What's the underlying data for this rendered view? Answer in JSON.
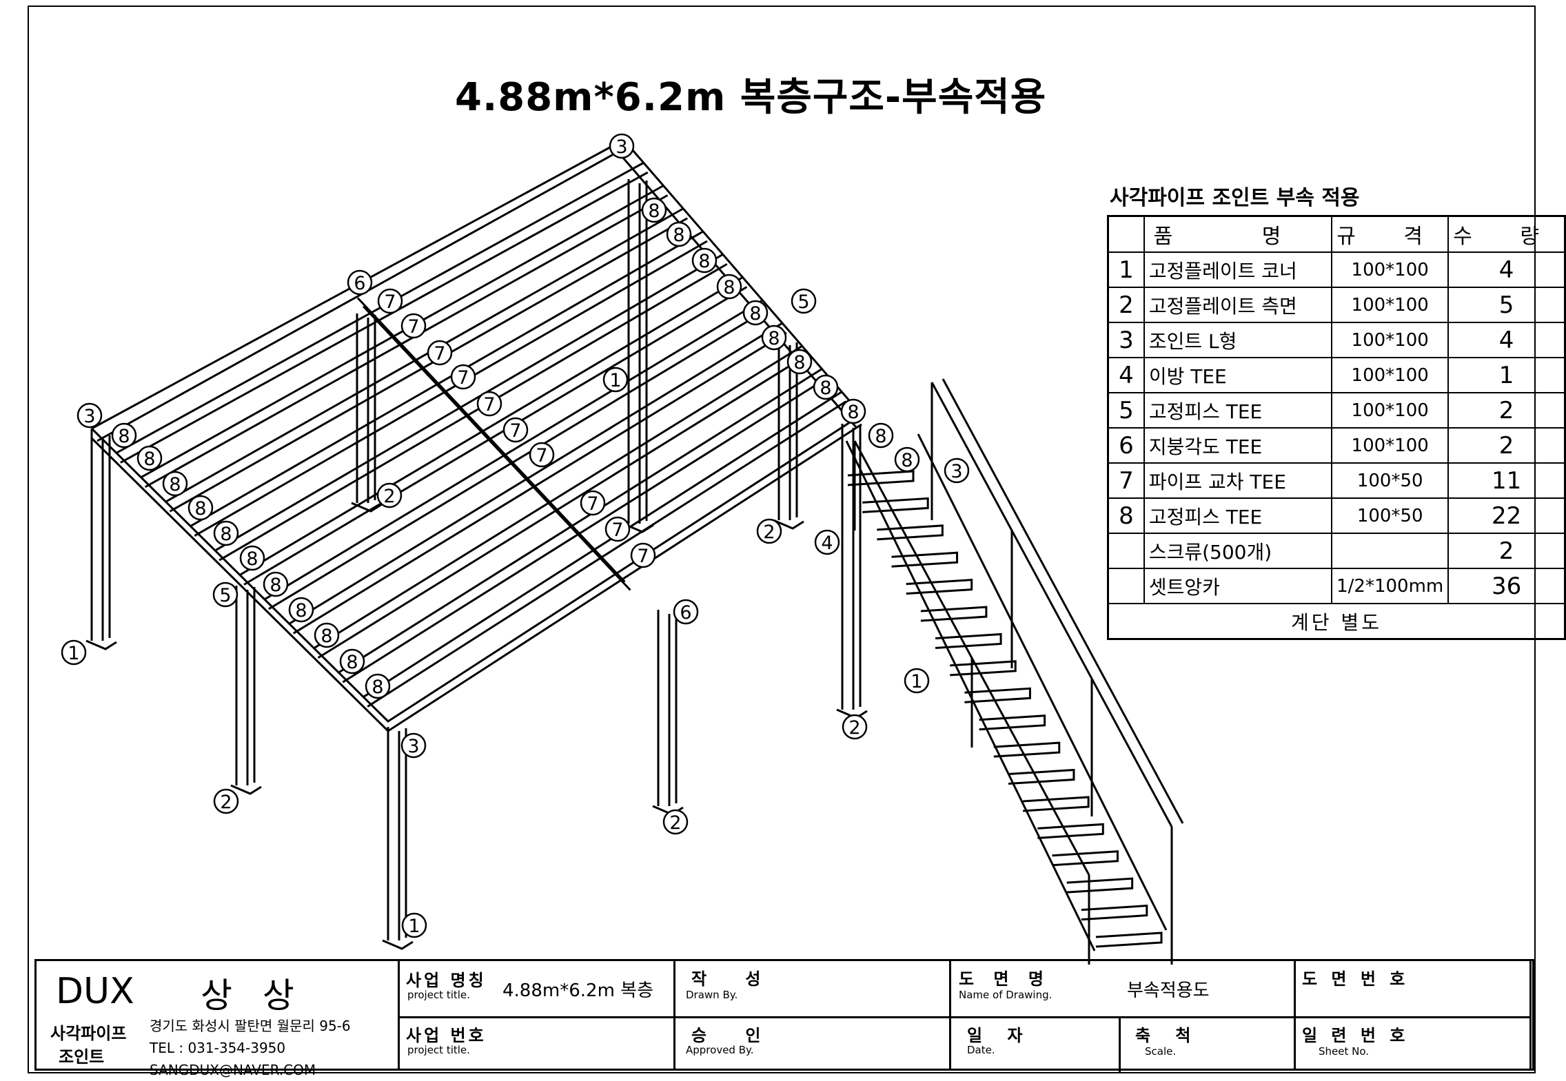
{
  "title": "4.88m*6.2m 복층구조-부속적용",
  "callout_numbers": [
    "1",
    "2",
    "3",
    "4",
    "5",
    "6",
    "7",
    "8"
  ],
  "bom": {
    "caption": "사각파이프 조인트 부속 적용",
    "headers": {
      "name": "품 명",
      "spec": "규 격",
      "qty": "수 량"
    },
    "rows": [
      {
        "no": "1",
        "name": "고정플레이트 코너",
        "spec": "100*100",
        "qty": "4"
      },
      {
        "no": "2",
        "name": "고정플레이트 측면",
        "spec": "100*100",
        "qty": "5"
      },
      {
        "no": "3",
        "name": "조인트 L형",
        "spec": "100*100",
        "qty": "4"
      },
      {
        "no": "4",
        "name": "이방 TEE",
        "spec": "100*100",
        "qty": "1"
      },
      {
        "no": "5",
        "name": "고정피스 TEE",
        "spec": "100*100",
        "qty": "2"
      },
      {
        "no": "6",
        "name": "지붕각도 TEE",
        "spec": "100*100",
        "qty": "2"
      },
      {
        "no": "7",
        "name": "파이프 교차 TEE",
        "spec": "100*50",
        "qty": "11"
      },
      {
        "no": "8",
        "name": "고정피스 TEE",
        "spec": "100*50",
        "qty": "22"
      },
      {
        "no": "",
        "name": "스크류(500개)",
        "spec": "",
        "qty": "2"
      },
      {
        "no": "",
        "name": "셋트앙카",
        "spec": "1/2*100mm",
        "qty": "36"
      }
    ],
    "footer": "계단 별도"
  },
  "title_block": {
    "brand": "DUX",
    "brand_kr": "상 상",
    "company_line1": "사각파이프",
    "company_line2": "조인트",
    "address": "경기도 화성시 팔탄면 월문리 95-6",
    "tel": "TEL : 031-354-3950",
    "email": "SANGDUX@NAVER.COM",
    "project_name_label": "사업 명칭",
    "project_name_sub": "project title.",
    "project_name_value": "4.88m*6.2m 복층",
    "project_no_label": "사업 번호",
    "project_no_sub": "project title.",
    "drawn_label": "작 성",
    "drawn_sub": "Drawn By.",
    "approved_label": "승 인",
    "approved_sub": "Approved By.",
    "drawing_name_label": "도 면 명",
    "drawing_name_sub": "Name of Drawing.",
    "drawing_name_value": "부속적용도",
    "date_label": "일 자",
    "date_sub": "Date.",
    "scale_label": "축 척",
    "scale_sub": "Scale.",
    "drawing_no_label": "도 면 번 호",
    "sheet_no_label": "일 련 번 호",
    "sheet_no_sub": "Sheet No."
  }
}
